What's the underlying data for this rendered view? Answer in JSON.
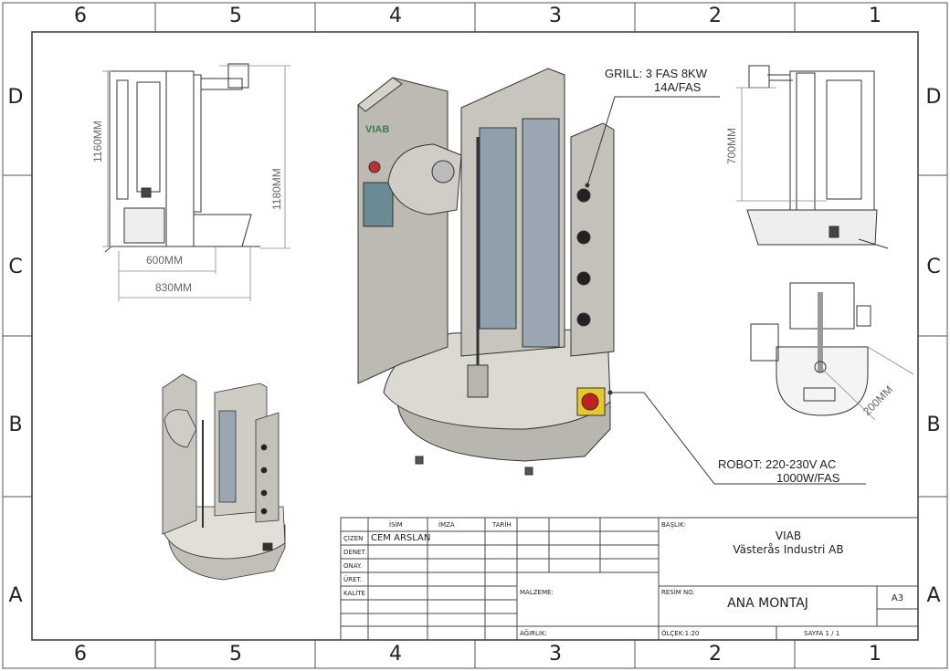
{
  "zones": {
    "columns": [
      "6",
      "5",
      "4",
      "3",
      "2",
      "1"
    ],
    "rows": [
      "D",
      "C",
      "B",
      "A"
    ]
  },
  "views": {
    "side_left": {
      "dim_height_inner": "1160MM",
      "dim_height_outer": "1180MM",
      "dim_width_inner": "600MM",
      "dim_width_outer": "830MM"
    },
    "side_right": {
      "dim_height": "700MM"
    },
    "top": {
      "dim_radius": "200MM"
    },
    "main": {
      "logo": "VIAB"
    }
  },
  "callouts": {
    "grill_line1": "GRILL: 3 FAS 8KW",
    "grill_line2": "14A/FAS",
    "robot_line1": "ROBOT: 220-230V AC",
    "robot_line2": "1000W/FAS"
  },
  "title_block": {
    "col_headers": {
      "isim": "İSİM",
      "imza": "İMZA",
      "tarih": "TARİH"
    },
    "row_labels": [
      "ÇİZEN",
      "DENET.",
      "ONAY.",
      "ÜRET.",
      "KALİTE"
    ],
    "cizen_name": "CEM ARSLAN",
    "baslik_label": "BAŞLIK:",
    "company_line1": "VIAB",
    "company_line2": "Västerås Industri AB",
    "malzeme_label": "MALZEME:",
    "resim_label": "RESİM NO.",
    "drawing_title": "ANA MONTAJ",
    "sheet_size": "A3",
    "agirlik_label": "AĞIRLIK:",
    "olcek": "ÖLÇEK:1:20",
    "sayfa": "SAYFA 1 / 1"
  },
  "colors": {
    "line": "#333333",
    "metal": "#c9c6c0",
    "metal_dark": "#8e8a84",
    "panel": "#6a8a94",
    "logo": "#3a7a4a",
    "dim": "#777777"
  }
}
